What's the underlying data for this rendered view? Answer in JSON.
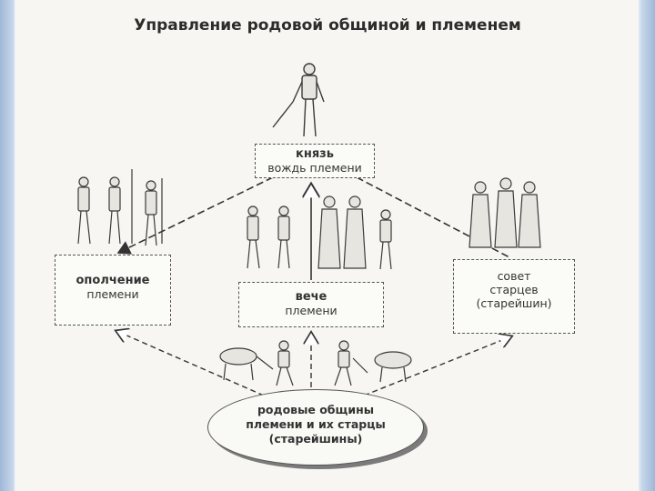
{
  "title": "Управление родовой общиной и племенем",
  "nodes": {
    "knyaz": {
      "line1": "князь",
      "line2": "вождь племени"
    },
    "opolchenie": {
      "line1": "ополчение",
      "line2": "племени"
    },
    "veche": {
      "line1": "вече",
      "line2": "племени"
    },
    "sovet": {
      "line1": "совет",
      "line2": "старцев",
      "line3": "(старейшин)"
    },
    "obshchiny": {
      "line1": "родовые общины",
      "line2": "племени и их старцы",
      "line3": "(старейшины)"
    }
  },
  "colors": {
    "line": "#555555",
    "figure": "#3a3a3a",
    "background": "#f7f6f2"
  }
}
